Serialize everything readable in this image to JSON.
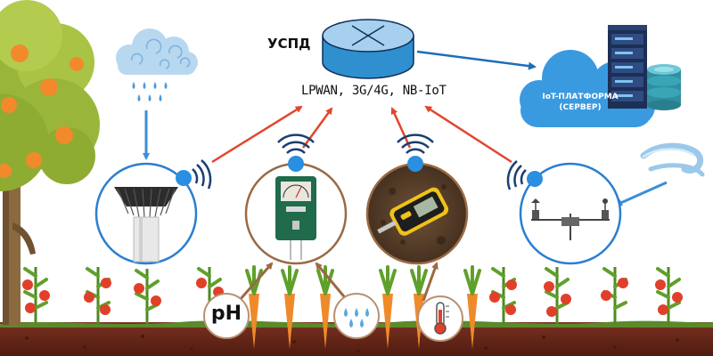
{
  "gateway": {
    "label": "УСПД"
  },
  "network": {
    "label": "LPWAN, 3G/4G, NB-IoT"
  },
  "platform": {
    "label": "IoT-ПЛАТФОРМА (СЕРВЕР)"
  },
  "sensors": [
    {
      "name": "rain-gauge"
    },
    {
      "name": "soil-ph-meter"
    },
    {
      "name": "soil-moisture-meter"
    },
    {
      "name": "weather-station"
    }
  ],
  "parameters": {
    "ph_label": "pH"
  },
  "icons": [
    "rain-cloud-icon",
    "wind-icon",
    "server-icon",
    "database-icon",
    "router-icon",
    "wifi-icon",
    "thermometer-icon",
    "water-drops-icon",
    "tree-icon",
    "tomato-plant-icon",
    "carrot-icon"
  ],
  "colors": {
    "uplink_arrow": "#e2452e",
    "server_arrow": "#1b6fb8",
    "rain_arrow": "#3a8fd8",
    "sensor_ring_blue": "#2a7fd0",
    "sensor_ring_brown": "#9a6a44",
    "cloud": "#3a9ae0",
    "soil": "#6b2a1a"
  }
}
